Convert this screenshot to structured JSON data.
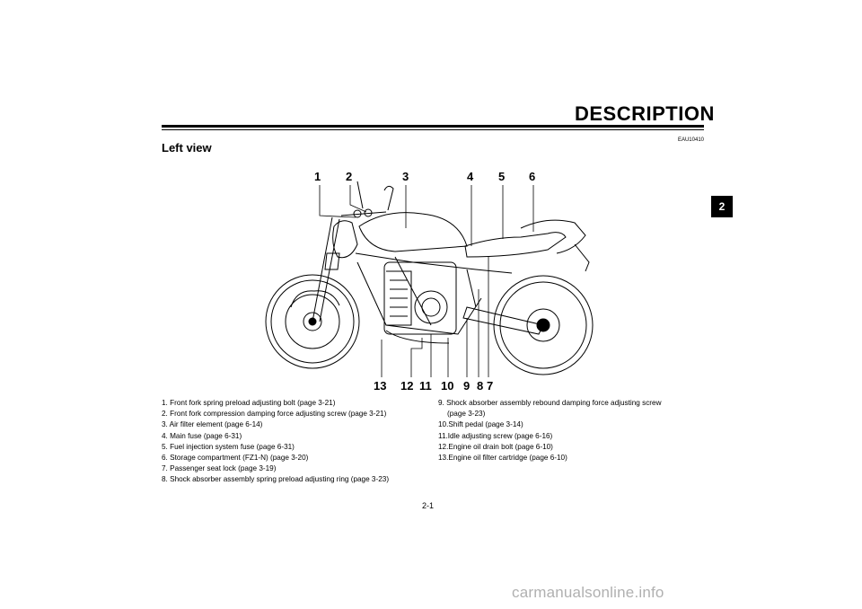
{
  "header": {
    "section_title": "DESCRIPTION",
    "chapter_tab": "2",
    "ref_code": "EAU10410"
  },
  "heading": "Left view",
  "callouts": {
    "c1": "1",
    "c2": "2",
    "c3": "3",
    "c4": "4",
    "c5": "5",
    "c6": "6",
    "c13": "13",
    "c12": "12",
    "c11": "11",
    "c10": "10",
    "c9": "9",
    "c8": "8",
    "c7": "7"
  },
  "legend_left": [
    "1. Front fork spring preload adjusting bolt (page 3-21)",
    "2. Front fork compression damping force adjusting screw (page 3-21)",
    "3. Air filter element (page 6-14)",
    "4. Main fuse (page 6-31)",
    "5. Fuel injection system fuse (page 6-31)",
    "6. Storage compartment (FZ1-N) (page 3-20)",
    "7. Passenger seat lock (page 3-19)",
    "8. Shock absorber assembly spring preload adjusting ring (page 3-23)"
  ],
  "legend_right": {
    "item9_line1": "9. Shock absorber assembly rebound damping force adjusting screw",
    "item9_line2": "(page 3-23)",
    "item10": "10.Shift pedal (page 3-14)",
    "item11": "11.Idle adjusting screw (page 6-16)",
    "item12": "12.Engine oil drain bolt (page 6-10)",
    "item13": "13.Engine oil filter cartridge (page 6-10)"
  },
  "page_number": "2-1",
  "watermark": "carmanualsonline.info"
}
